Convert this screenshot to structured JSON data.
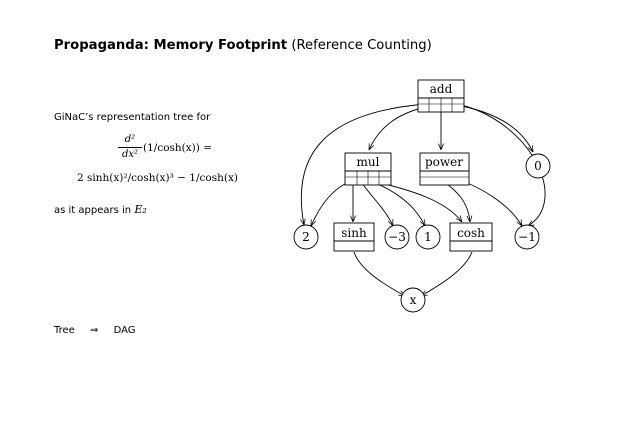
{
  "title": {
    "bold": "Propaganda: Memory Footprint",
    "rest": "(Reference Counting)"
  },
  "left": {
    "intro": "GiNaC’s representation tree for",
    "formula_num": "d²",
    "formula_den": "dx²",
    "formula_line1": "(1/cosh(x)) =",
    "formula_line2": "2 sinh(x)²/cosh(x)³ − 1/cosh(x)",
    "appears_prefix": "as it appears in",
    "appears_symbol": "E₂",
    "tree_word": "Tree",
    "arrow": "⇒",
    "dag_word": "DAG"
  },
  "diagram": {
    "nodes": {
      "add": "add",
      "mul": "mul",
      "power": "power",
      "zero": "0",
      "two": "2",
      "sinh": "sinh",
      "minus3": "−3",
      "one": "1",
      "cosh": "cosh",
      "minus1": "−1",
      "x": "x"
    }
  }
}
